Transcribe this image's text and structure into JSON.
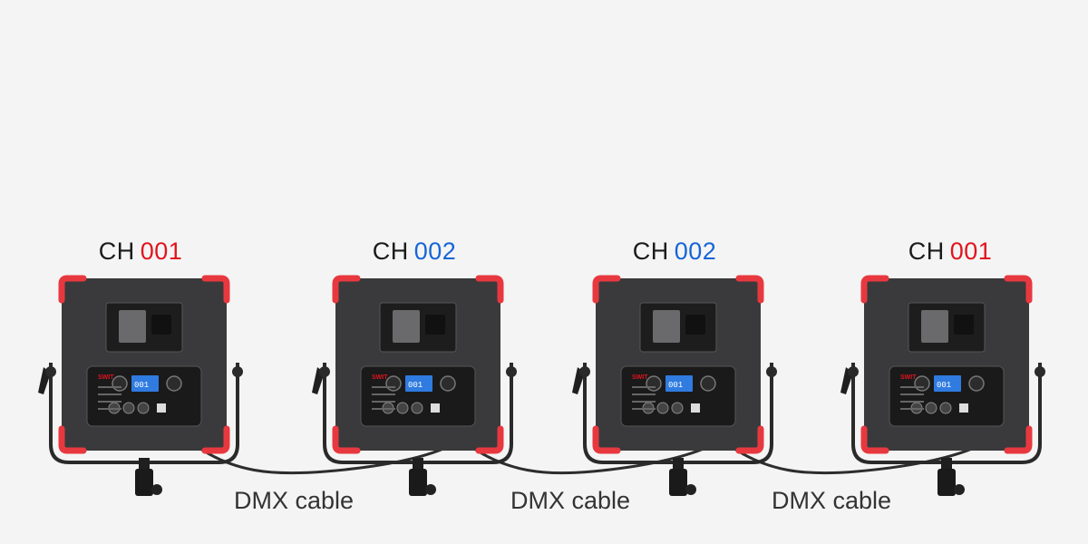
{
  "lights": [
    {
      "prefix": "CH",
      "channel": "001",
      "channel_color": "#e0141e",
      "brand": "SWIT",
      "display": "001"
    },
    {
      "prefix": "CH",
      "channel": "002",
      "channel_color": "#1565d8",
      "brand": "SWIT",
      "display": "001"
    },
    {
      "prefix": "CH",
      "channel": "002",
      "channel_color": "#1565d8",
      "brand": "SWIT",
      "display": "001"
    },
    {
      "prefix": "CH",
      "channel": "001",
      "channel_color": "#e0141e",
      "brand": "SWIT",
      "display": "001"
    }
  ],
  "cables": [
    {
      "label": "DMX cable"
    },
    {
      "label": "DMX cable"
    },
    {
      "label": "DMX cable"
    }
  ],
  "colors": {
    "background": "#f4f4f4",
    "panel_body": "#3a3a3c",
    "corner_guard": "#e8383f",
    "lcd": "#2f7be0"
  }
}
